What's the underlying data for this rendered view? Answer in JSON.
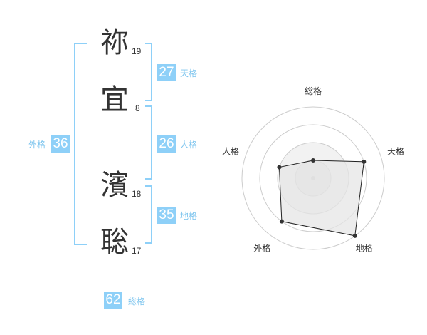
{
  "name": {
    "chars": [
      {
        "char": "祢",
        "strokes": "19"
      },
      {
        "char": "宜",
        "strokes": "8"
      },
      {
        "char": "濱",
        "strokes": "18"
      },
      {
        "char": "聡",
        "strokes": "17"
      }
    ]
  },
  "fortune": {
    "tenkaku": {
      "value": "27",
      "label": "天格"
    },
    "jinkaku": {
      "value": "26",
      "label": "人格"
    },
    "chikaku": {
      "value": "35",
      "label": "地格"
    },
    "gaikaku": {
      "value": "36",
      "label": "外格"
    },
    "soukaku": {
      "value": "62",
      "label": "総格"
    }
  },
  "colors": {
    "accent": "#8ed0f8",
    "accent_text": "#7cc4ee",
    "text": "#333333",
    "fill": "#eeeeee",
    "ring": "#cccccc"
  },
  "chart_data": {
    "type": "radar",
    "axes": [
      "総格",
      "天格",
      "地格",
      "外格",
      "人格"
    ],
    "values": [
      1,
      3,
      4,
      3,
      2
    ],
    "range": [
      0,
      4
    ],
    "rings": 4
  }
}
